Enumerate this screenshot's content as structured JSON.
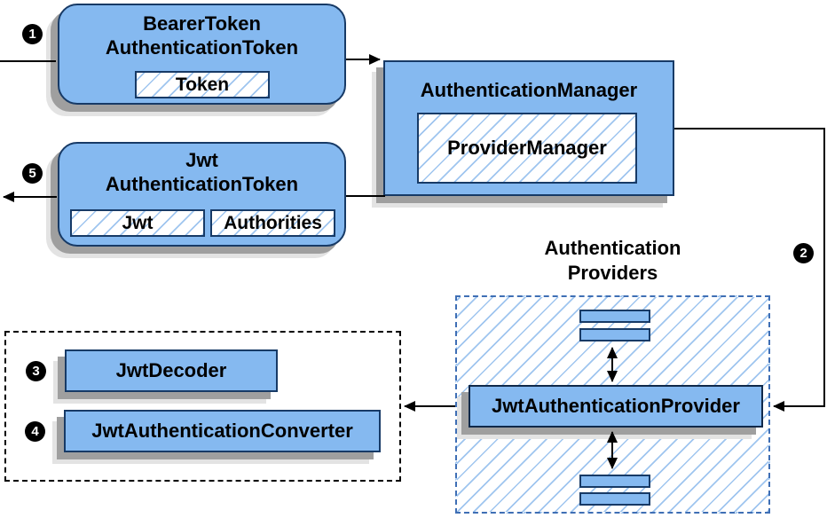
{
  "badges": {
    "step1": "1",
    "step2": "2",
    "step3": "3",
    "step4": "4",
    "step5": "5"
  },
  "bearer_token_box": {
    "title_line1": "BearerToken",
    "title_line2": "AuthenticationToken",
    "chip_token": "Token"
  },
  "jwt_token_box": {
    "title_line1": "Jwt",
    "title_line2": "AuthenticationToken",
    "chip_jwt": "Jwt",
    "chip_authorities": "Authorities"
  },
  "authentication_manager_box": {
    "title": "AuthenticationManager",
    "chip_provider_manager": "ProviderManager"
  },
  "providers_group": {
    "label_line1": "Authentication",
    "label_line2": "Providers",
    "provider_node": "JwtAuthenticationProvider"
  },
  "decoders_group": {
    "decoder_node": "JwtDecoder",
    "converter_node": "JwtAuthenticationConverter"
  },
  "colors": {
    "node_fill": "#85b9f0",
    "node_border": "#173a66",
    "hatch_line": "#9fc5ef",
    "providers_dash_border": "#3f6fb5",
    "decoders_dash_border": "#000000",
    "arrow": "#000000",
    "shadow_dark": "#9f9f9f",
    "shadow_light": "#e3e3e3",
    "badge_bg": "#000000",
    "badge_text": "#ffffff"
  }
}
